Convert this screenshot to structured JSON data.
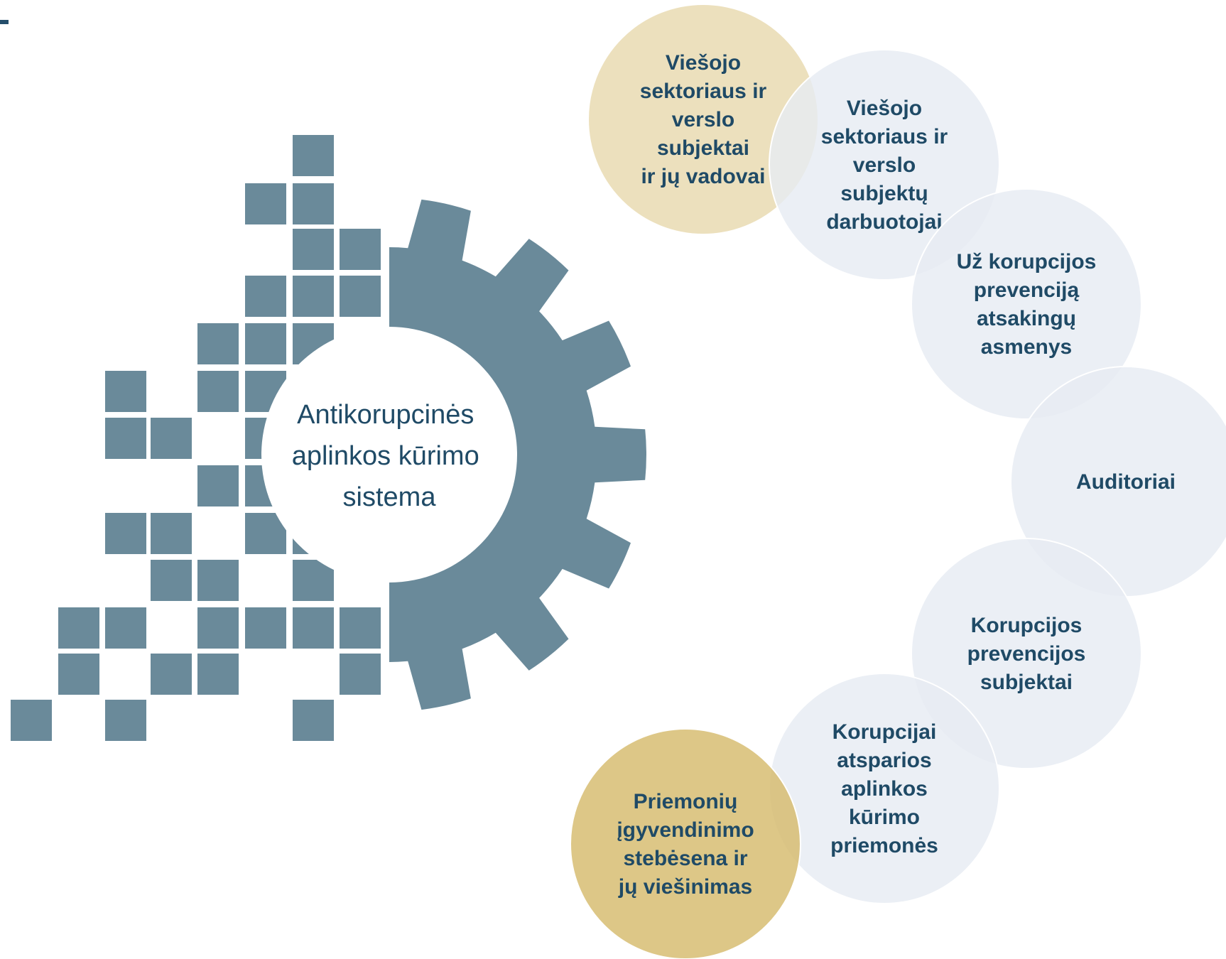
{
  "center": {
    "lines": [
      "Antikorupcinės",
      "aplinkos kūrimo",
      "sistema"
    ]
  },
  "circles": [
    {
      "lines": [
        "Viešojo",
        "sektoriaus ir",
        "verslo",
        "subjektai",
        "ir jų vadovai"
      ],
      "fill": "#e8d9ae"
    },
    {
      "lines": [
        "Viešojo",
        "sektoriaus ir",
        "verslo",
        "subjektų",
        "darbuotojai"
      ],
      "fill": "#e6ebf3"
    },
    {
      "lines": [
        "Už korupcijos",
        "prevenciją",
        "atsakingų",
        "asmenys"
      ],
      "fill": "#e6ebf3"
    },
    {
      "lines": [
        "Auditoriai"
      ],
      "fill": "#e6ebf3"
    },
    {
      "lines": [
        "Korupcijos",
        "prevencijos",
        "subjektai"
      ],
      "fill": "#e6ebf3"
    },
    {
      "lines": [
        "Korupcijai",
        "atsparios",
        "aplinkos",
        "kūrimo",
        "priemonės"
      ],
      "fill": "#e6ebf3"
    },
    {
      "lines": [
        "Priemonių",
        "įgyvendinimo",
        "stebėsena ir",
        "jų viešinimas"
      ],
      "fill": "#d6bb6d"
    }
  ],
  "colors": {
    "gear": "#6a8a9a",
    "squares": "#6a8a9a",
    "text": "#1f4a66",
    "center_fill": "#ffffff"
  }
}
